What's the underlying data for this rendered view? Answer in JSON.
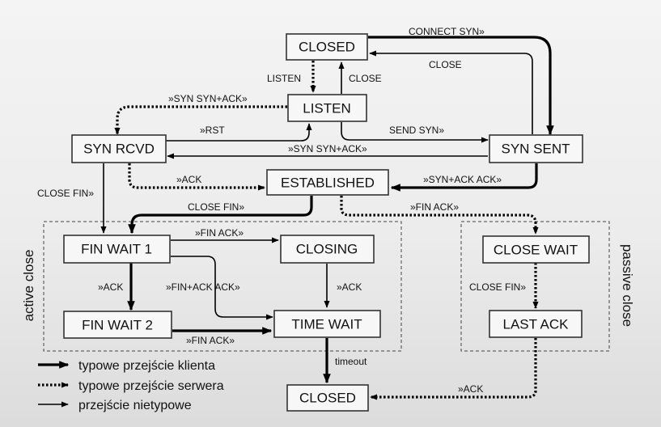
{
  "states": {
    "closed_top": "CLOSED",
    "listen": "LISTEN",
    "syn_rcvd": "SYN RCVD",
    "syn_sent": "SYN SENT",
    "established": "ESTABLISHED",
    "fin_wait_1": "FIN WAIT 1",
    "closing": "CLOSING",
    "fin_wait_2": "FIN WAIT 2",
    "time_wait": "TIME WAIT",
    "close_wait": "CLOSE WAIT",
    "last_ack": "LAST ACK",
    "closed_bottom": "CLOSED"
  },
  "transitions": {
    "connect_syn": "CONNECT SYN»",
    "close_synsent_closed": "CLOSE",
    "listen": "LISTEN",
    "close_listen_closed": "CLOSE",
    "syn_synack_listen": "»SYN  SYN+ACK»",
    "rst": "»RST",
    "send_syn": "SEND SYN»",
    "syn_synack_cross": "»SYN  SYN+ACK»",
    "ack_synrcvd_est": "»ACK",
    "close_fin_synrcvd": "CLOSE FIN»",
    "synack_ack": "»SYN+ACK  ACK»",
    "close_fin_est": "CLOSE FIN»",
    "fin_ack_est": "»FIN  ACK»",
    "fin_ack_fw1": "»FIN  ACK»",
    "ack_fw1_fw2": "»ACK",
    "finack_ack": "»FIN+ACK  ACK»",
    "ack_closing": "»ACK",
    "fin_ack_fw2": "»FIN  ACK»",
    "close_fin_cw": "CLOSE FIN»",
    "timeout": "timeout",
    "ack_lastack": "»ACK"
  },
  "groups": {
    "active": "active close",
    "passive": "passive close"
  },
  "legend": {
    "client": "typowe przejście klienta",
    "server": "typowe przejście serwera",
    "atypical": "przejście nietypowe"
  }
}
